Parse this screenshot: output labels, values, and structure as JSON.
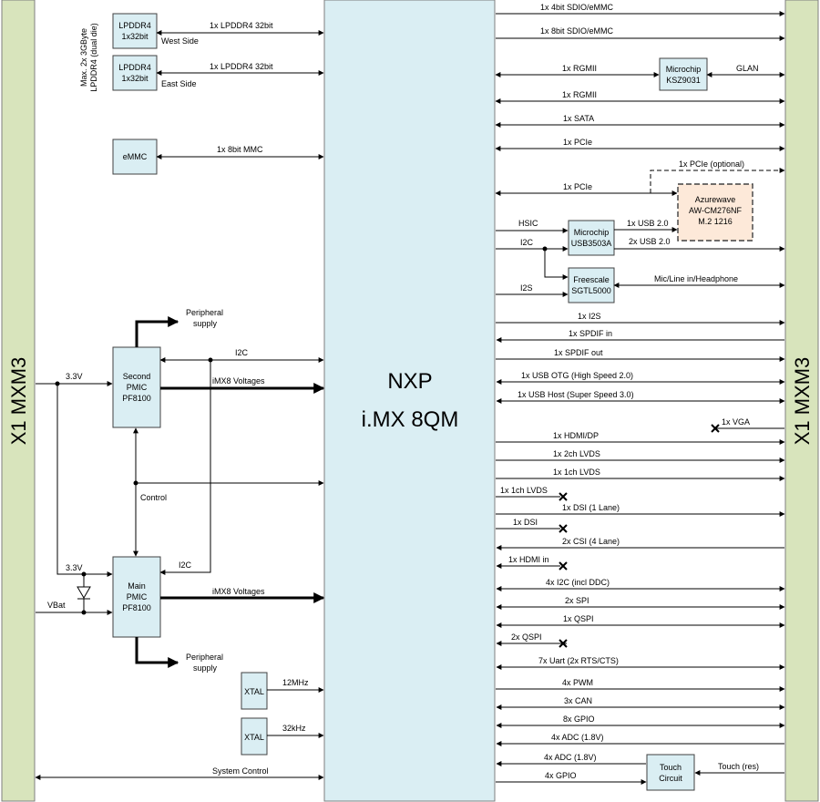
{
  "rails": {
    "left": "X1 MXM3",
    "right": "X1 MXM3"
  },
  "soc": {
    "line1": "NXP",
    "line2": "i.MX 8QM"
  },
  "memory": {
    "note_line1": "Max. 2x 3GByte",
    "note_line2": "LPDDR4 (dual die)",
    "ram_west": {
      "line1": "LPDDR4",
      "line2": "1x32bit",
      "bus": "1x LPDDR4 32bit",
      "side": "West Side"
    },
    "ram_east": {
      "line1": "LPDDR4",
      "line2": "1x32bit",
      "bus": "1x LPDDR4 32bit",
      "side": "East Side"
    },
    "emmc": {
      "label": "eMMC",
      "bus": "1x 8bit MMC"
    }
  },
  "power": {
    "second_pmic": {
      "line1": "Second",
      "line2": "PMIC",
      "line3": "PF8100"
    },
    "main_pmic": {
      "line1": "Main",
      "line2": "PMIC",
      "line3": "PF8100"
    },
    "peripheral_top_1": "Peripheral",
    "peripheral_top_2": "supply",
    "peripheral_bottom_1": "Peripheral",
    "peripheral_bottom_2": "supply",
    "i2c_top": "I2C",
    "i2c_bottom": "I2C",
    "voltages_top": "iMX8 Voltages",
    "voltages_bottom": "iMX8 Voltages",
    "v33_top": "3.3V",
    "v33_bottom": "3.3V",
    "vbat": "VBat",
    "control": "Control"
  },
  "clocks": {
    "xtal_a": "XTAL",
    "freq_a": "12MHz",
    "xtal_b": "XTAL",
    "freq_b": "32kHz"
  },
  "system_control": "System Control",
  "peripherals": {
    "phy": {
      "line1": "Microchip",
      "line2": "KSZ9031"
    },
    "wifi": {
      "line1": "Azurewave",
      "line2": "AW-CM276NF",
      "line3": "M.2 1216"
    },
    "hub": {
      "line1": "Microchip",
      "line2": "USB3503A"
    },
    "codec": {
      "line1": "Freescale",
      "line2": "SGTL5000"
    },
    "touch": {
      "line1": "Touch",
      "line2": "Circuit"
    }
  },
  "signals": {
    "sdio4": "1x 4bit SDIO/eMMC",
    "sdio8": "1x 8bit SDIO/eMMC",
    "rgmii1": "1x RGMII",
    "glan": "GLAN",
    "rgmii2": "1x RGMII",
    "sata": "1x SATA",
    "pcie1": "1x PCIe",
    "pcie_opt": "1x PCIe (optional)",
    "pcie2": "1x PCIe",
    "hsic": "HSIC",
    "usb20_wifi": "1x USB 2.0",
    "i2c_hub": "I2C",
    "usb20_hub": "2x USB 2.0",
    "i2s_codec": "I2S",
    "audio": "Mic/Line in/Headphone",
    "i2s": "1x I2S",
    "spdif_in": "1x SPDIF in",
    "spdif_out": "1x SPDIF out",
    "usb_otg": "1x USB OTG (High Speed 2.0)",
    "usb_host": "1x USB Host (Super Speed 3.0)",
    "vga": "1x VGA",
    "hdmi_dp": "1x HDMI/DP",
    "lvds2": "1x 2ch LVDS",
    "lvds1": "1x 1ch LVDS",
    "lvds1_nc": "1x 1ch LVDS",
    "dsi1": "1x DSI (1 Lane)",
    "dsi_nc": "1x DSI",
    "csi": "2x CSI (4 Lane)",
    "hdmi_in": "1x HDMI in",
    "i2c_ddc": "4x I2C (incl DDC)",
    "spi": "2x SPI",
    "qspi1": "1x QSPI",
    "qspi2": "2x QSPI",
    "uart": "7x Uart (2x RTS/CTS)",
    "pwm": "4x PWM",
    "can": "3x CAN",
    "gpio8": "8x GPIO",
    "adc_out": "4x ADC (1.8V)",
    "adc_in": "4x ADC (1.8V)",
    "touch_res": "Touch (res)",
    "gpio4": "4x GPIO"
  }
}
